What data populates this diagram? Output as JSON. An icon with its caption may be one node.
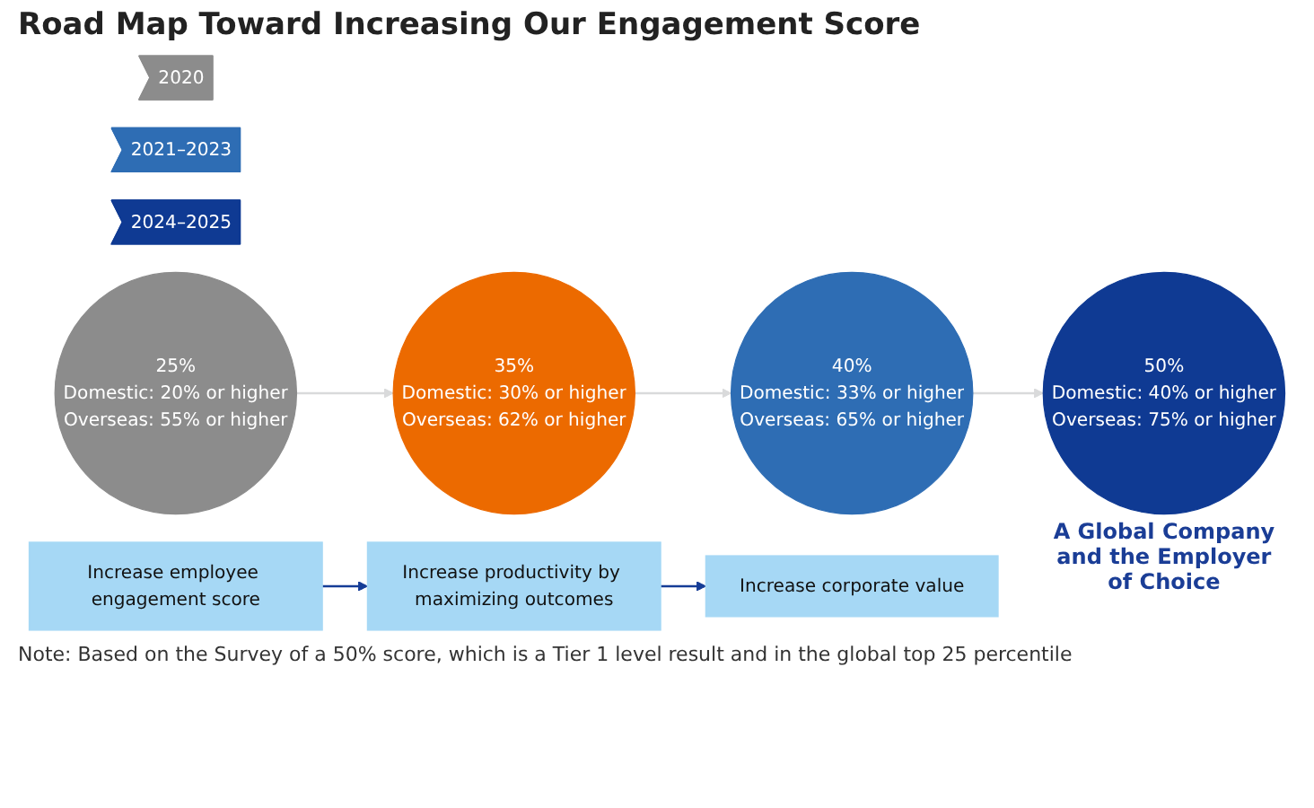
{
  "diagram": {
    "title": "Road Map Toward Increasing Our Engagement Score",
    "nodes": [
      {
        "text": [
          "2020"
        ]
      },
      {
        "text": [
          "2021–2023"
        ]
      },
      {
        "text": [
          "2024–2025"
        ]
      },
      {
        "text": [
          "25%",
          "Domestic: 20% or higher",
          "Overseas: 55% or higher"
        ]
      },
      {
        "text": [
          "35%",
          "Domestic: 30% or higher",
          "Overseas: 62% or higher"
        ]
      },
      {
        "text": [
          "40%",
          "Domestic: 33% or higher",
          "Overseas: 65% or higher"
        ]
      },
      {
        "text": [
          "50%",
          "Domestic: 40% or higher",
          "Overseas: 75% or higher"
        ],
        "beside": [
          "A Global Company and the Employer of Choice"
        ]
      },
      {
        "text": [
          "Increase employee engagement score"
        ]
      },
      {
        "text": [
          "Increase productivity by maximizing outcomes"
        ]
      },
      {
        "text": [
          "Increase corporate value"
        ]
      }
    ],
    "edges": [
      {
        "from": 3,
        "to": 4,
        "arrow": "to",
        "color": "#d9dadb"
      },
      {
        "from": 4,
        "to": 5,
        "arrow": "to",
        "color": "#d9dadb"
      },
      {
        "from": 5,
        "to": 6,
        "arrow": "to",
        "color": "#d9dadb"
      },
      {
        "from": 7,
        "to": 8,
        "arrow": "to",
        "color": "#153c96"
      },
      {
        "from": 8,
        "to": 9,
        "arrow": "to",
        "color": "#153c96"
      }
    ],
    "labels": [
      "Note: Based on the Survey of a 50% score, which is a Tier 1 level result and in the global top 25 percentile"
    ]
  }
}
